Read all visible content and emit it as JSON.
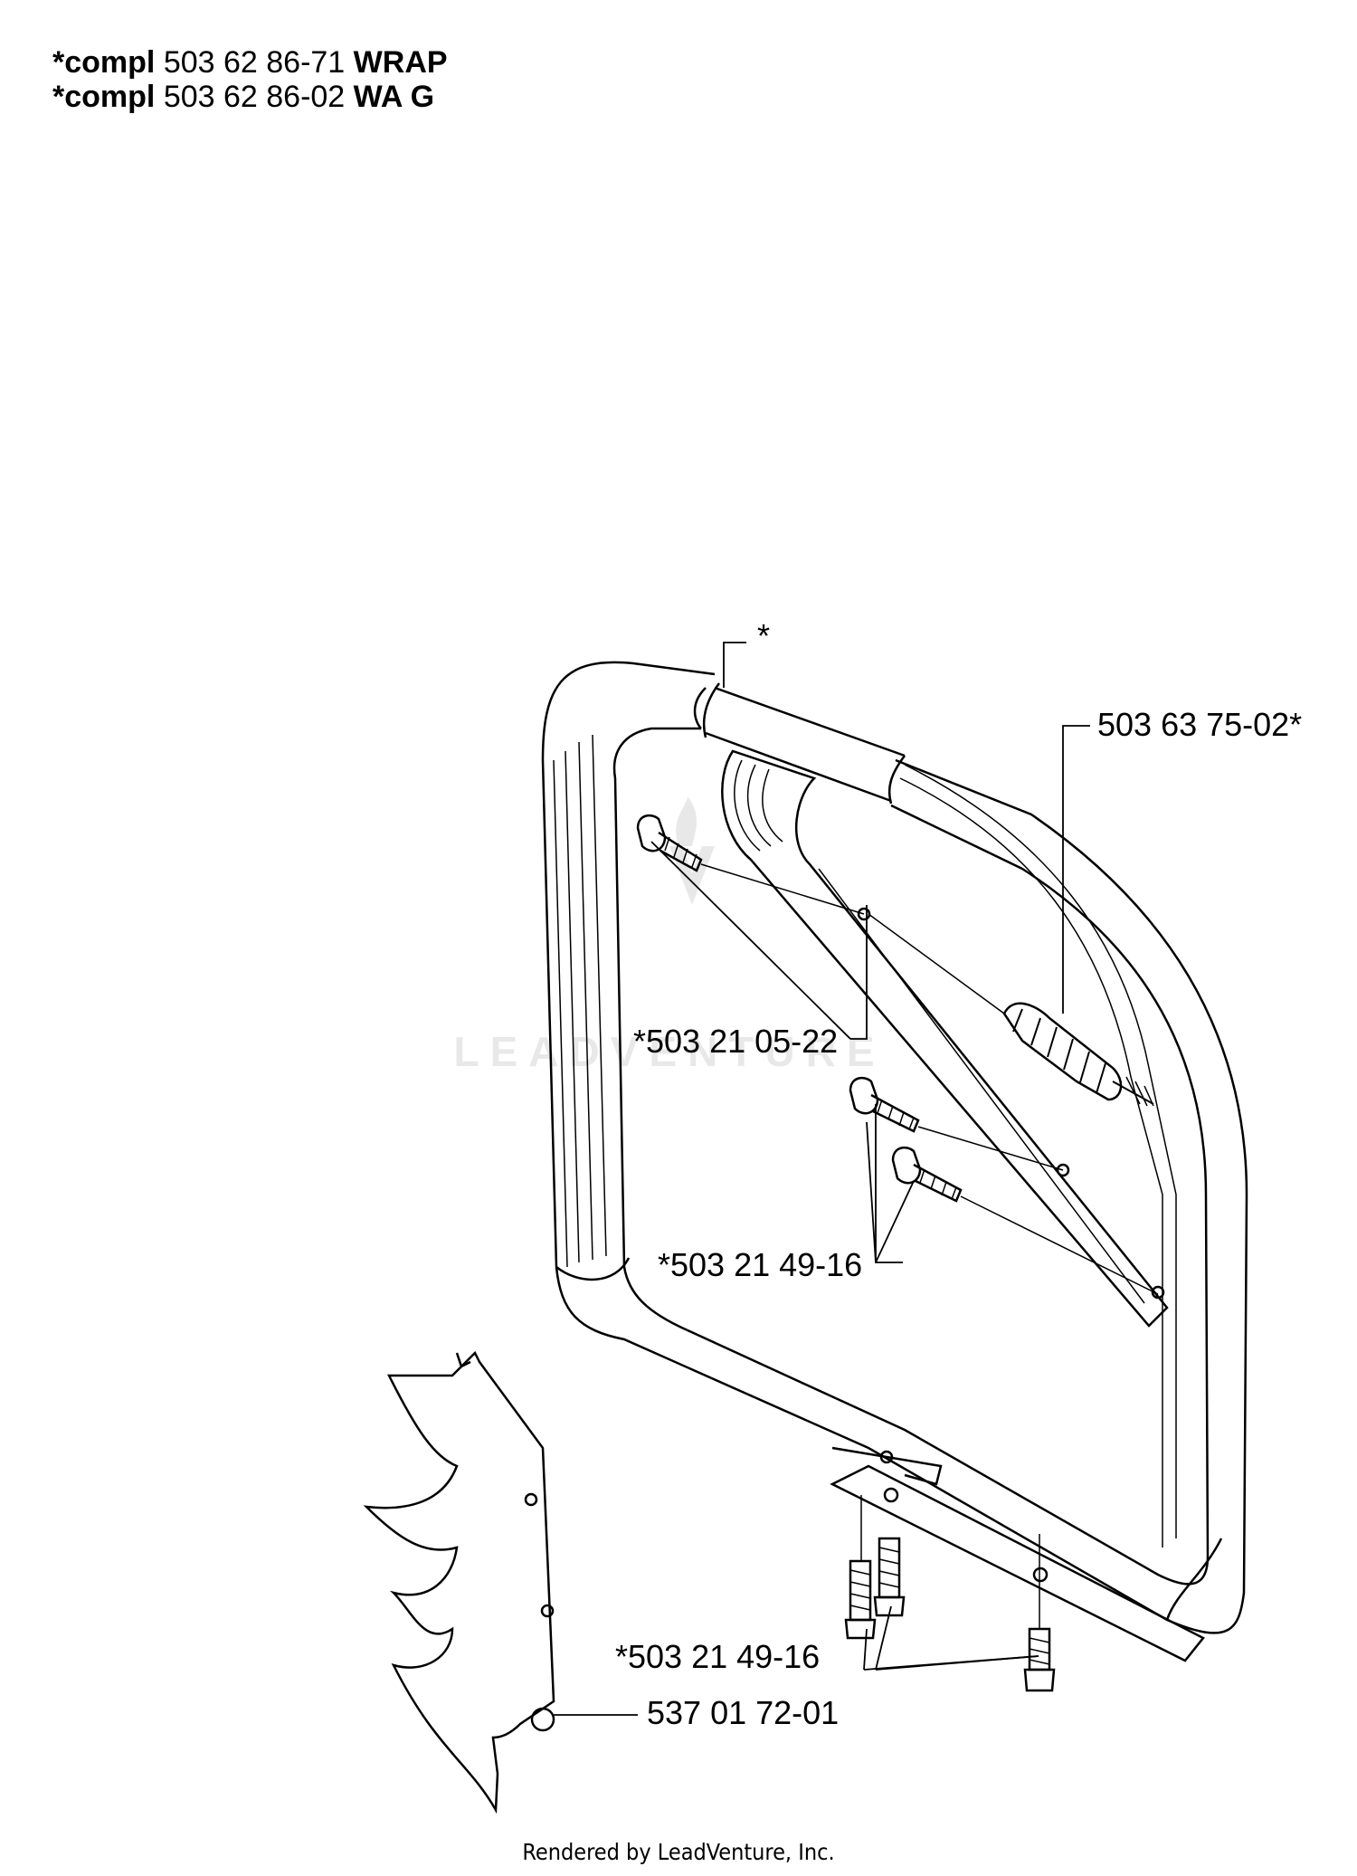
{
  "header": {
    "rows": [
      {
        "prefix": "*compl",
        "part": "503 62 86-71",
        "suffix": "WRAP"
      },
      {
        "prefix": "*compl",
        "part": "503 62 86-02",
        "suffix": "WA G"
      }
    ]
  },
  "callouts": {
    "handle_star": "*",
    "dampener": "503 63 75-02*",
    "screw_upper": "*503 21 05-22",
    "screws_mid": "*503 21 49-16",
    "screws_bottom": "*503 21 49-16",
    "spike_bumper": "537 01 72-01"
  },
  "watermark": "LEADVENTURE",
  "footer": "Rendered by LeadVenture, Inc."
}
